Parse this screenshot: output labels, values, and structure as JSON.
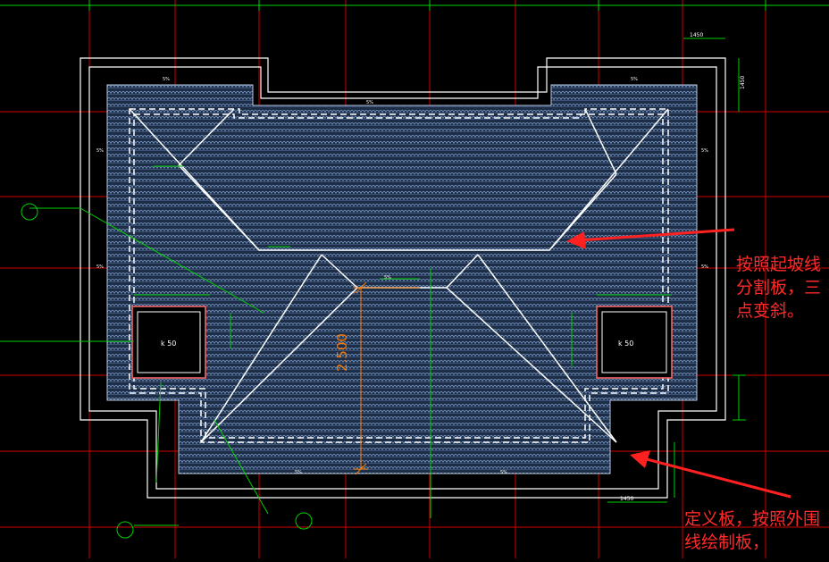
{
  "annotations": {
    "slope_split": "按照起坡线分割板，三点变斜。",
    "define_board": "定义板，按照外围线绘制板，"
  },
  "drawing_labels": {
    "slope_k50_left": "k 50",
    "slope_k50_right": "k 50",
    "ridge_height": "2.500",
    "dim_1450_top": "1450",
    "dim_1450_bottom": "1450",
    "dim_1450_side": "1450",
    "pct": "5%"
  },
  "colors": {
    "background": "#000000",
    "grid_red": "#e00000",
    "roof_tiles": "#6d8fbf",
    "outline_white": "#ffffff",
    "dim_green": "#00d800",
    "dim_orange": "#ff7a00",
    "arrow_red": "#ff2020"
  }
}
